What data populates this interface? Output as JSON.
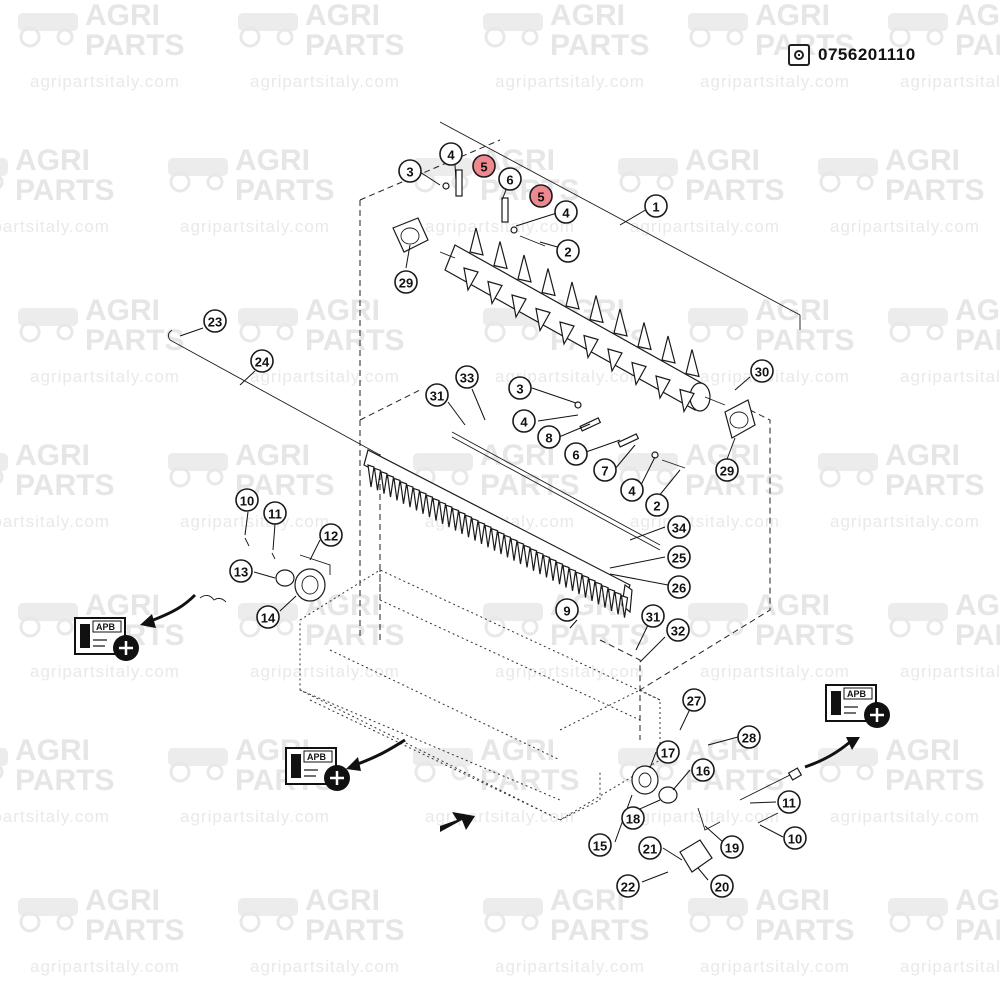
{
  "watermark": {
    "line1": "AGRI",
    "line2": "PARTS",
    "url": "agripartsitaly.com"
  },
  "reference": {
    "icon": "gear-box-icon",
    "code": "0756201110"
  },
  "apb_link": {
    "label": "APB",
    "icon": "catalog-card-plus-icon"
  },
  "callouts": [
    {
      "id": "c1",
      "label": "1"
    },
    {
      "id": "c2a",
      "label": "2"
    },
    {
      "id": "c2b",
      "label": "2"
    },
    {
      "id": "c3a",
      "label": "3"
    },
    {
      "id": "c3b",
      "label": "3"
    },
    {
      "id": "c4a",
      "label": "4"
    },
    {
      "id": "c4b",
      "label": "4"
    },
    {
      "id": "c4c",
      "label": "4"
    },
    {
      "id": "c4d",
      "label": "4"
    },
    {
      "id": "c5a",
      "label": "5",
      "highlight": true
    },
    {
      "id": "c5b",
      "label": "5",
      "highlight": true
    },
    {
      "id": "c6a",
      "label": "6"
    },
    {
      "id": "c6b",
      "label": "6"
    },
    {
      "id": "c7",
      "label": "7"
    },
    {
      "id": "c8",
      "label": "8"
    },
    {
      "id": "c9",
      "label": "9"
    },
    {
      "id": "c10a",
      "label": "10"
    },
    {
      "id": "c10b",
      "label": "10"
    },
    {
      "id": "c11a",
      "label": "11"
    },
    {
      "id": "c11b",
      "label": "11"
    },
    {
      "id": "c12",
      "label": "12"
    },
    {
      "id": "c13",
      "label": "13"
    },
    {
      "id": "c14",
      "label": "14"
    },
    {
      "id": "c15",
      "label": "15"
    },
    {
      "id": "c16",
      "label": "16"
    },
    {
      "id": "c17",
      "label": "17"
    },
    {
      "id": "c18",
      "label": "18"
    },
    {
      "id": "c19",
      "label": "19"
    },
    {
      "id": "c20",
      "label": "20"
    },
    {
      "id": "c21",
      "label": "21"
    },
    {
      "id": "c22",
      "label": "22"
    },
    {
      "id": "c23",
      "label": "23"
    },
    {
      "id": "c24",
      "label": "24"
    },
    {
      "id": "c25",
      "label": "25"
    },
    {
      "id": "c26",
      "label": "26"
    },
    {
      "id": "c27",
      "label": "27"
    },
    {
      "id": "c28",
      "label": "28"
    },
    {
      "id": "c29a",
      "label": "29"
    },
    {
      "id": "c29b",
      "label": "29"
    },
    {
      "id": "c30",
      "label": "30"
    },
    {
      "id": "c31a",
      "label": "31"
    },
    {
      "id": "c31b",
      "label": "31"
    },
    {
      "id": "c32",
      "label": "32"
    },
    {
      "id": "c33",
      "label": "33"
    },
    {
      "id": "c34",
      "label": "34"
    }
  ],
  "colors": {
    "highlight": "#ee8a8f",
    "line": "#1a1a1a",
    "watermark": "#e6e6e6"
  }
}
